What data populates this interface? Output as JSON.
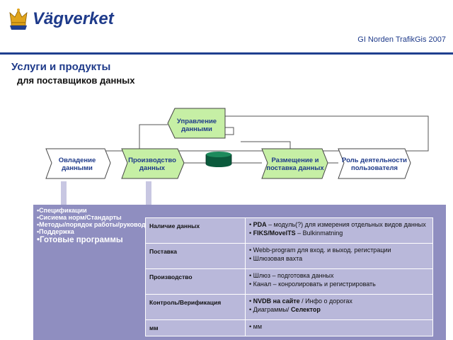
{
  "header": {
    "logo_text": "Vägverket",
    "conference": "GI Norden TrafikGis 2007",
    "title": "Услуги и продукты",
    "subtitle": "для поставщиков данных"
  },
  "diagram": {
    "top_box": "Управление данными",
    "chevrons": [
      "Овладение данными",
      "Производство данных",
      "Размещение и поставка данных",
      "Роль деятельности пользователя"
    ]
  },
  "bullets_small": [
    "•Спецификации",
    "•Сисиема норм/Стандарты",
    "•Методы/порядок работы/руководства",
    "•Поддержка"
  ],
  "bullet_big": "•Готовые программы",
  "table": [
    {
      "label": "Наличие данных",
      "items": [
        "PDA – модуль(?) для измерения отдельных видов данных",
        "FIKS/MovelTS – Bulkinmatning"
      ]
    },
    {
      "label": "Поставка",
      "items": [
        "Webb-program для вход. и выход. регистрации",
        "Шлюзовая вахта"
      ]
    },
    {
      "label": "Производство",
      "items": [
        "Шлюз – подготовка данных",
        "Канал – конролировать и регистрировать"
      ]
    },
    {
      "label": "Контроль/Верификация",
      "items": [
        "NVDB на сайте / Инфо о дорогах",
        "Диаграммы/ Селектор"
      ]
    },
    {
      "label": "мм",
      "items": [
        "мм"
      ]
    }
  ],
  "colors": {
    "brand_blue": "#1e3a8a",
    "panel": "#8f8ec0",
    "table_cell": "#b9b8da",
    "box_green": "#c6efa5",
    "db_green": "#0b5a3c"
  }
}
